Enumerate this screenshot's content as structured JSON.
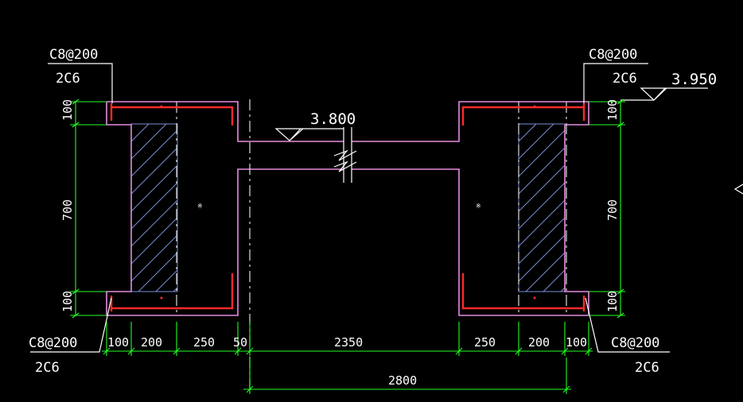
{
  "labels": {
    "top_left_stirrup": "C8@200",
    "top_left_bars": "2C6",
    "top_right_stirrup": "C8@200",
    "top_right_bars": "2C6",
    "bottom_left_stirrup": "C8@200",
    "bottom_left_bars": "2C6",
    "bottom_right_stirrup": "C8@200",
    "bottom_right_bars": "2C6"
  },
  "elevations": {
    "left": "3.800",
    "right": "3.950"
  },
  "dimensions": {
    "left_vertical": [
      "100",
      "700",
      "100"
    ],
    "right_vertical": [
      "100",
      "700",
      "100"
    ],
    "horizontal": [
      "100",
      "200",
      "250",
      "50",
      "2350",
      "250",
      "200",
      "100"
    ],
    "overall": "2800"
  },
  "colors": {
    "wall": "#e58ce0",
    "rebar": "#ff2a2a",
    "dimension": "#22ff22",
    "hatch": "#7a8fd6",
    "background": "#000000"
  }
}
